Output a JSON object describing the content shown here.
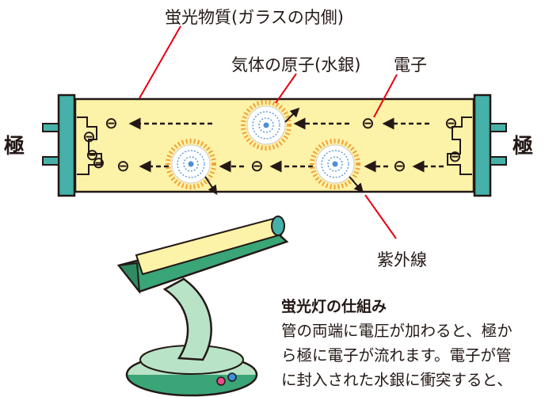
{
  "labels": {
    "phosphor": "蛍光物質(ガラスの内側)",
    "gas_atom": "気体の原子(水銀)",
    "electron": "電子",
    "electrode_left": "極",
    "electrode_right": "極",
    "ultraviolet": "紫外線",
    "electron_symbol": "⊖"
  },
  "description": {
    "title": "蛍光灯の仕組み",
    "lines": [
      "管の両端に電圧が加わると、極か",
      "ら極に電子が流れます。電子が管",
      "に封入された水銀に衝突すると、"
    ]
  },
  "colors": {
    "tube_fill": "#fdf3a8",
    "electrode_cap": "#45b1a9",
    "pointer_line": "#e60012",
    "halo": "#f3a23c",
    "atom_blue": "#4a8fd8",
    "lamp_green": "#3aa577",
    "lamp_light": "#b8e3c7"
  }
}
